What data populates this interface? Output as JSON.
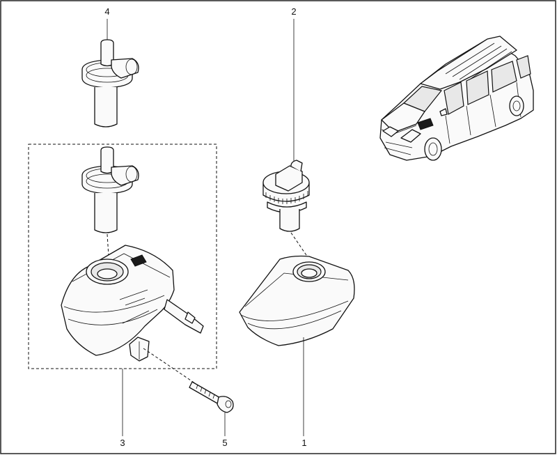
{
  "diagram": {
    "callouts": [
      {
        "id": "1",
        "text": "1"
      },
      {
        "id": "2",
        "text": "2"
      },
      {
        "id": "3",
        "text": "3"
      },
      {
        "id": "4",
        "text": "4"
      },
      {
        "id": "5",
        "text": "5"
      }
    ],
    "parts": [
      {
        "callout": "1",
        "name": "reservoir"
      },
      {
        "callout": "2",
        "name": "filler-cap"
      },
      {
        "callout": "3",
        "name": "reservoir-assembly"
      },
      {
        "callout": "4",
        "name": "level-sensor-cap"
      },
      {
        "callout": "5",
        "name": "bolt"
      }
    ],
    "line_color": "#111111",
    "background": "#ffffff"
  }
}
